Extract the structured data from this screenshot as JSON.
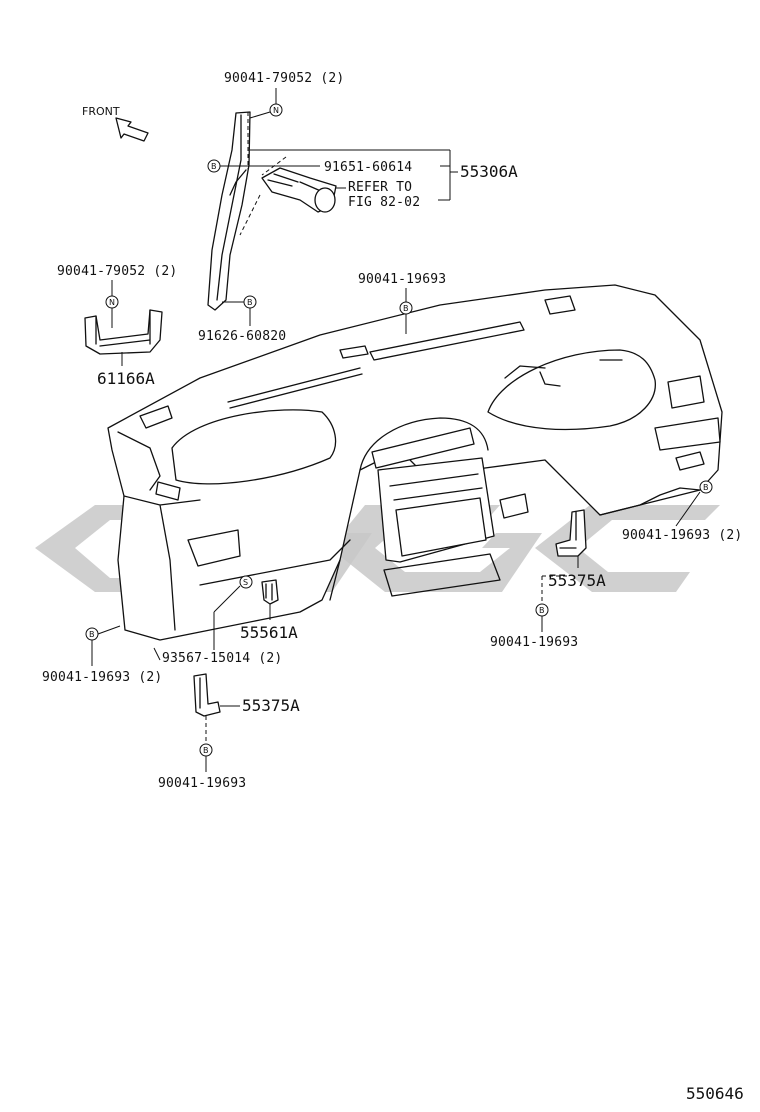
{
  "orientation": {
    "label": "FRONT",
    "icon": "front-arrow-icon"
  },
  "callouts": {
    "nut_a_pillar": "90041-79052 (2)",
    "clip_a_pillar_top": "91651-60614",
    "assembly_a_pillar": "55306A",
    "refer_line1": "REFER TO",
    "refer_line2": "FIG 82-02",
    "screw_a_pillar_bottom": "91626-60820",
    "nut_bracket": "90041-79052 (2)",
    "bracket_part": "61166A",
    "bolt_top_center": "90041-19693",
    "bolt_right": "90041-19693 (2)",
    "bracket_right": "55375A",
    "bolt_right_lower": "90041-19693",
    "clip_center": "55561A",
    "screw_center": "93567-15014 (2)",
    "bolt_left": "90041-19693 (2)",
    "bracket_left_lower": "55375A",
    "bolt_left_lower": "90041-19693"
  },
  "bubble_letters": {
    "n": "N",
    "b": "B",
    "s": "S"
  },
  "figure_number": "550646",
  "watermark": {
    "color": "#c8c8c8"
  }
}
